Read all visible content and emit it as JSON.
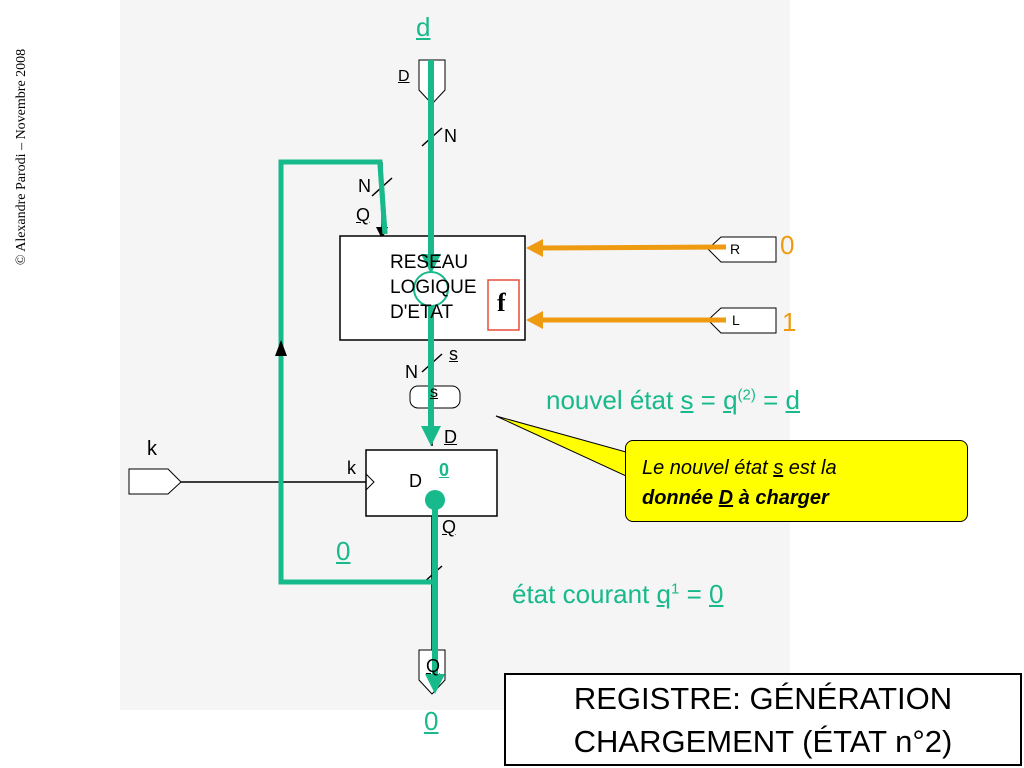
{
  "copyright": "© Alexandre Parodi – Novembre 2008",
  "title": {
    "line1": "REGISTRE: GÉNÉRATION",
    "line2": "CHARGEMENT (ÉTAT n°2)"
  },
  "colors": {
    "signal": "#18b98a",
    "control": "#ee9b12",
    "callout_bg": "#ffff00",
    "f_box": "#e74c3c"
  },
  "input_d": {
    "label": "d",
    "pin": "D",
    "bus": "N"
  },
  "feedback": {
    "bus": "N",
    "pin": "Q"
  },
  "logic_block": {
    "line1": "RESEAU",
    "line2": "LOGIQUE",
    "line3": "D'ETAT",
    "function": "f"
  },
  "control_r": {
    "pin": "R",
    "value": "0"
  },
  "control_l": {
    "pin": "L",
    "value": "1"
  },
  "s_bus": {
    "bus": "N",
    "label": "s",
    "pin": "s"
  },
  "register": {
    "d_pin": "D",
    "inside": "D",
    "value": "0",
    "k_pin": "k",
    "q_pin": "Q"
  },
  "clock": {
    "label": "k"
  },
  "new_state": {
    "prefix": "nouvel état ",
    "s": "s",
    "eq1": " = ",
    "q": "q",
    "sup": "(2)",
    "eq2": " = ",
    "d": "d"
  },
  "current_state": {
    "prefix": "état courant ",
    "q": "q",
    "sup": "1",
    "eq": " = ",
    "value": "0"
  },
  "feedback_value": "0",
  "output": {
    "pin": "Q",
    "value": "0"
  },
  "callout": {
    "part1": "Le nouvel état ",
    "s": "s",
    "part2": " est la",
    "part3": "donnée ",
    "d": "D",
    "part4": " à charger"
  }
}
